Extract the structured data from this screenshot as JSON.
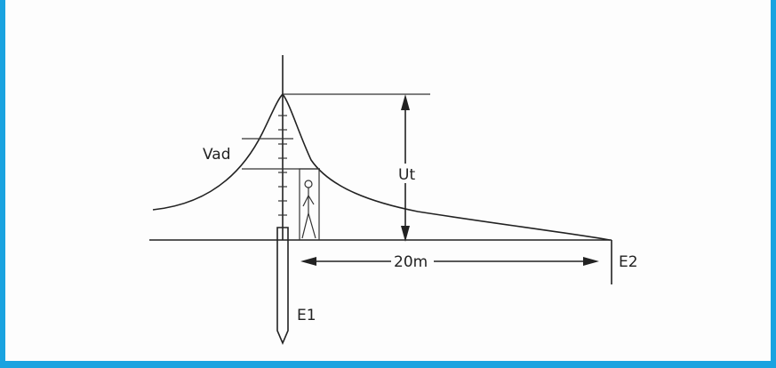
{
  "diagram": {
    "labels": {
      "touch_voltage": "Vad",
      "total_voltage": "Ut",
      "distance": "20m",
      "electrode_1": "E1",
      "electrode_2": "E2"
    }
  },
  "colors": {
    "frame": "#1aa3e0",
    "ink": "#222222"
  }
}
